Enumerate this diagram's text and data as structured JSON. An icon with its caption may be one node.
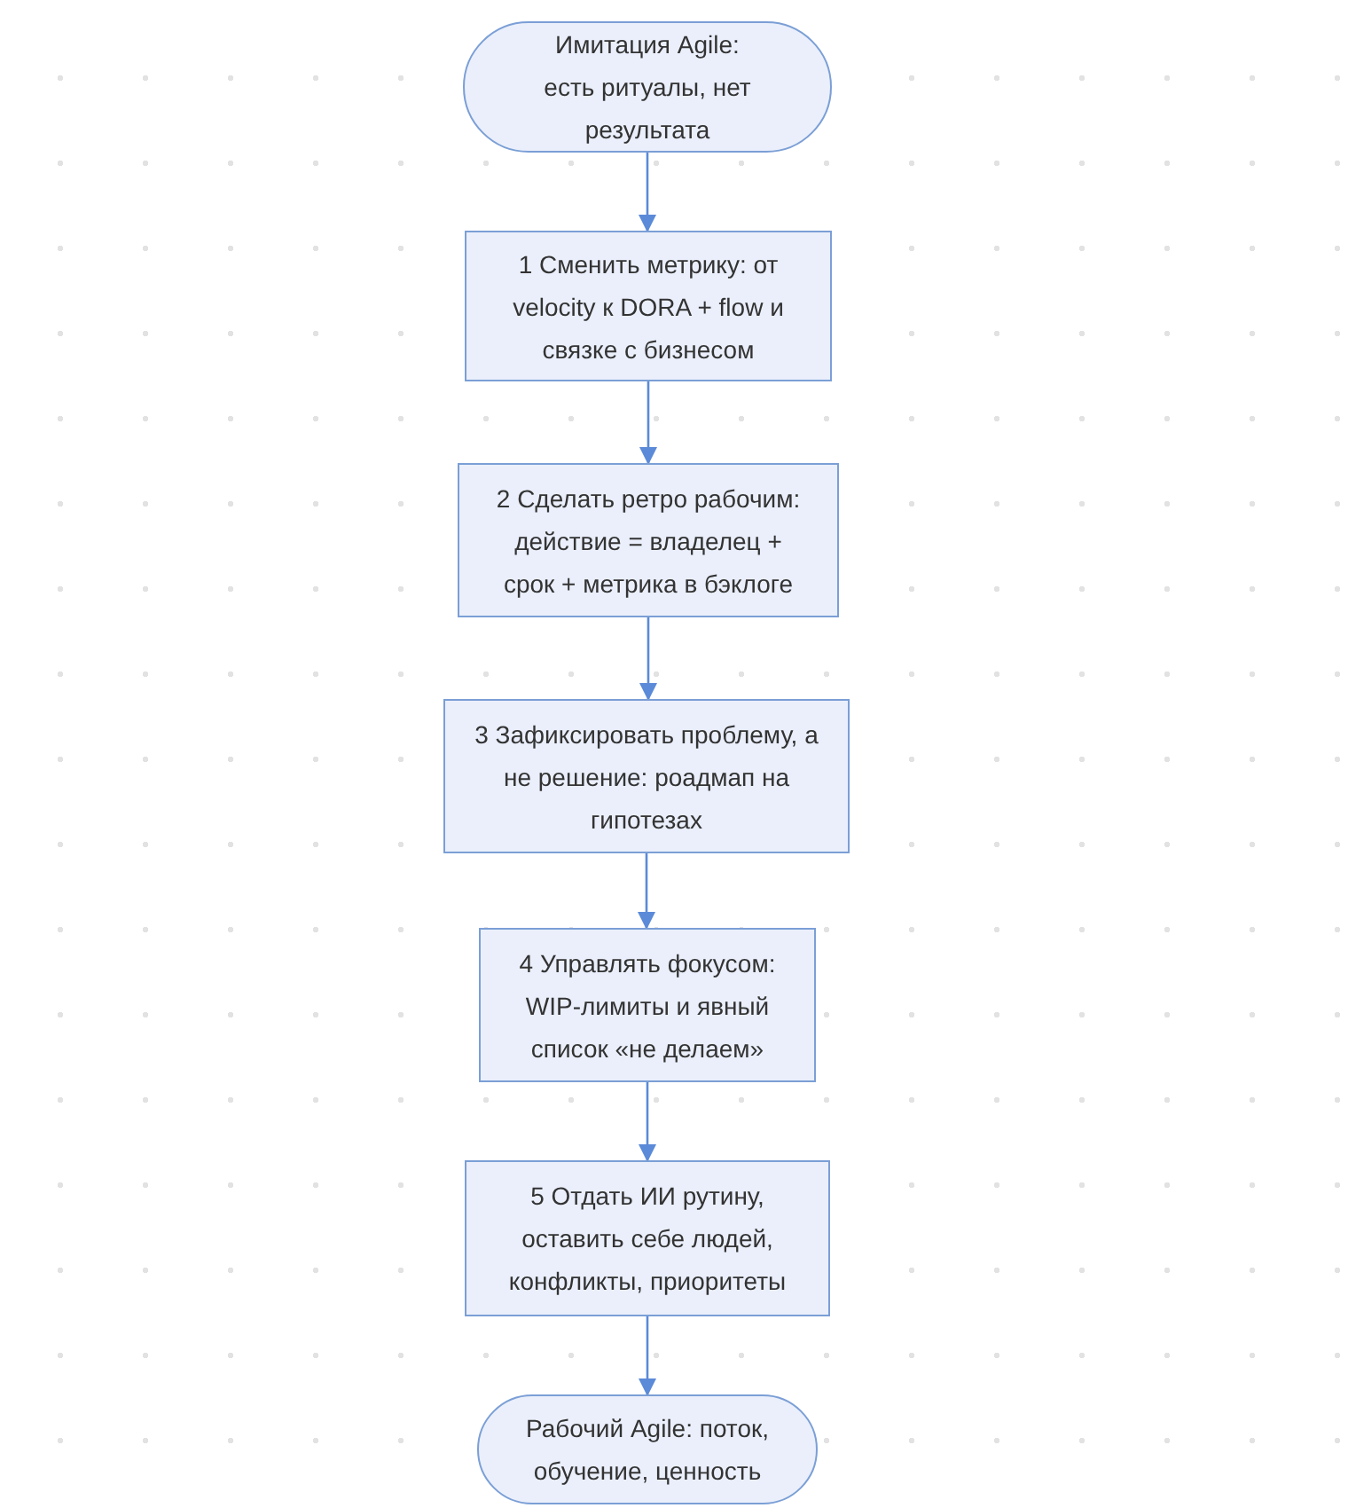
{
  "diagram": {
    "nodes": [
      {
        "text": [
          "Имитация Agile: есть ритуалы, нет результата"
        ]
      },
      {
        "text": [
          "1 Сменить метрику: от velocity к DORA + flow и связке с бизнесом"
        ]
      },
      {
        "text": [
          "2 Сделать ретро рабочим: действие = владелец + срок + метрика в бэклоге"
        ]
      },
      {
        "text": [
          "3 Зафиксировать проблему, а не решение: роадмап на гипотезах"
        ]
      },
      {
        "text": [
          "4 Управлять фокусом: WIP-лимиты и явный список «не делаем»"
        ]
      },
      {
        "text": [
          "5 Отдать ИИ рутину, оставить себе людей, конфликты, приоритеты"
        ]
      },
      {
        "text": [
          "Рабочий Agile: поток, обучение, ценность"
        ]
      }
    ],
    "edges": [
      {
        "from": 0,
        "to": 1,
        "arrow": "to"
      },
      {
        "from": 1,
        "to": 2,
        "arrow": "to"
      },
      {
        "from": 2,
        "to": 3,
        "arrow": "to"
      },
      {
        "from": 3,
        "to": 4,
        "arrow": "to"
      },
      {
        "from": 4,
        "to": 5,
        "arrow": "to"
      },
      {
        "from": 5,
        "to": 6,
        "arrow": "to"
      }
    ]
  }
}
